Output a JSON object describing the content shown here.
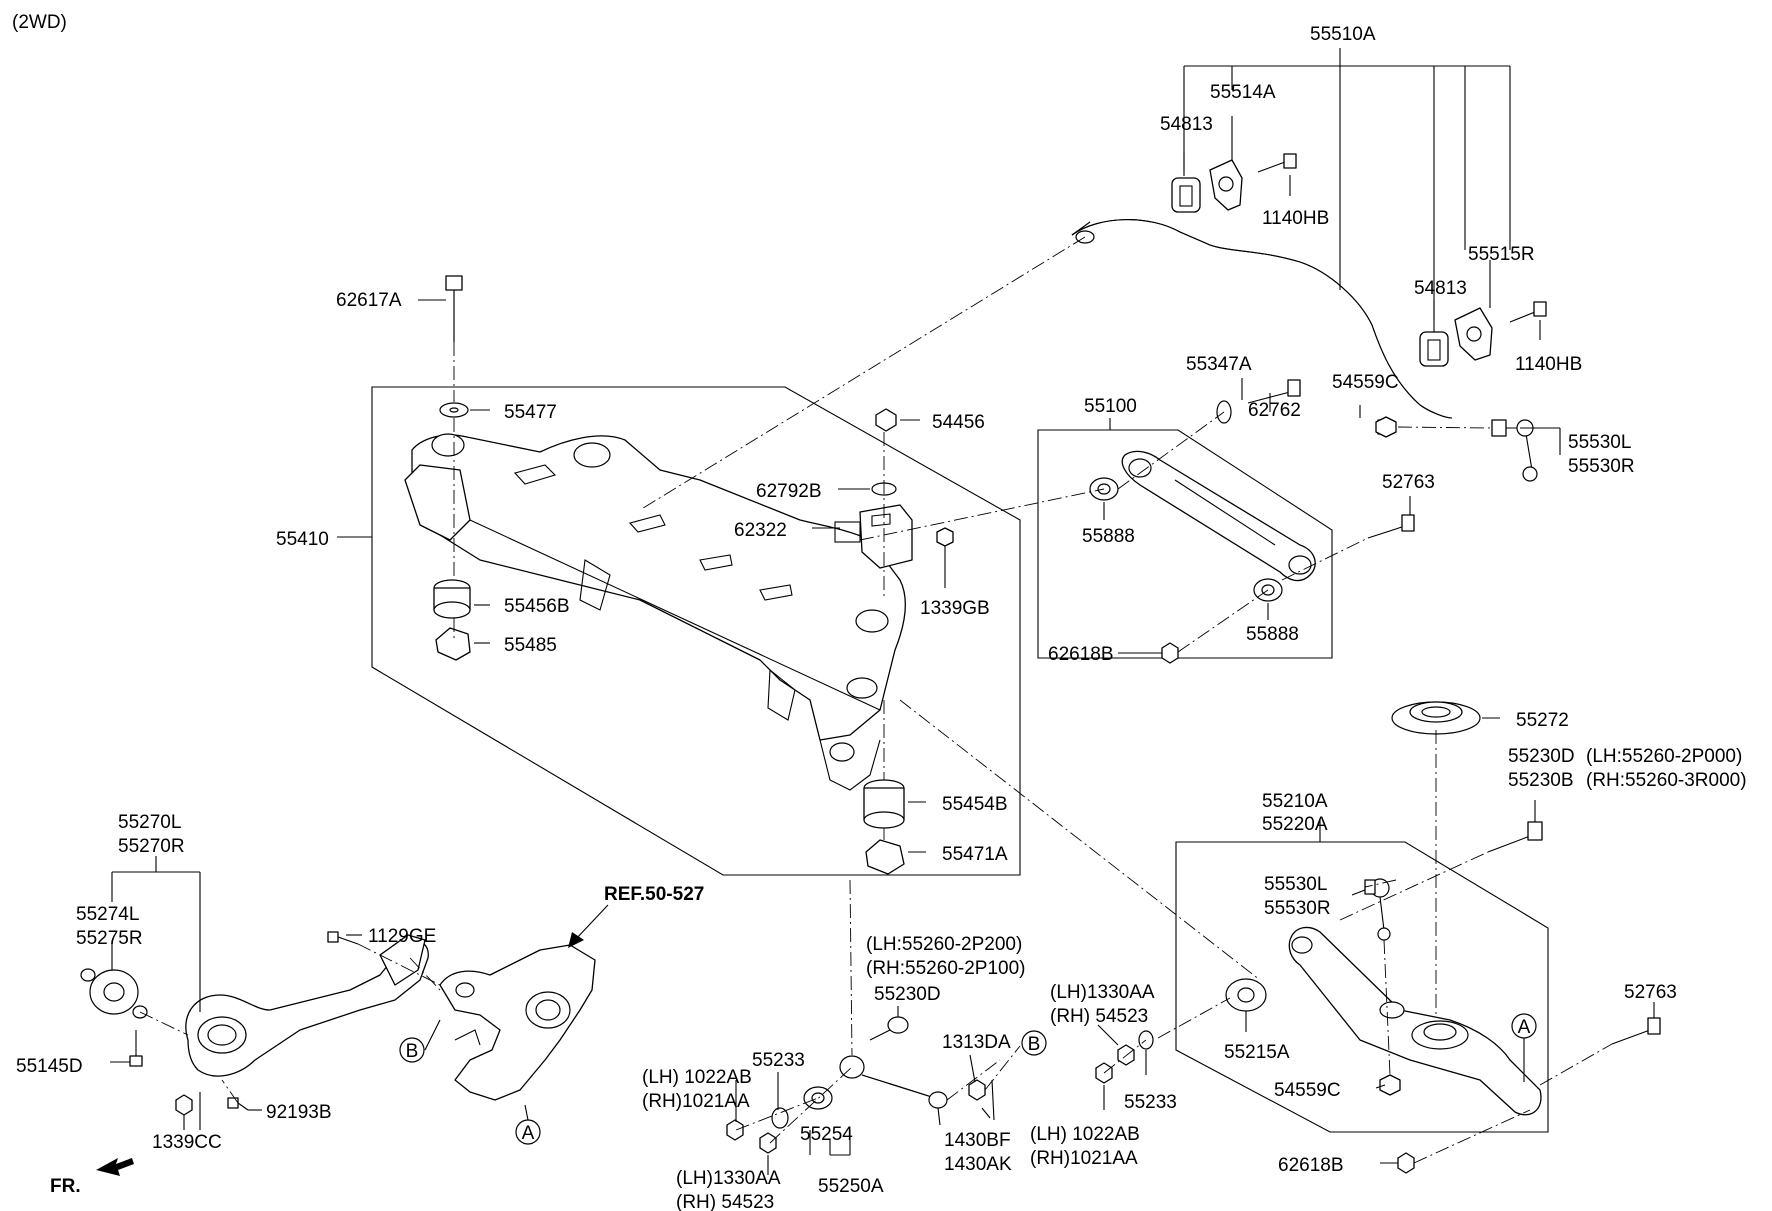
{
  "header": {
    "variant": "(2WD)"
  },
  "labels": {
    "l55510A": "55510A",
    "l55514A": "55514A",
    "l54813a": "54813",
    "l1140HBa": "1140HB",
    "l55515R": "55515R",
    "l54813b": "54813",
    "l1140HBb": "1140HB",
    "l62617A": "62617A",
    "l55347A": "55347A",
    "l55100": "55100",
    "l62762": "62762",
    "l54559Ca": "54559C",
    "l55530La": "55530L",
    "l55530Ra": "55530R",
    "l55477": "55477",
    "l54456": "54456",
    "l62792B": "62792B",
    "l62322": "62322",
    "l55410": "55410",
    "l52763a": "52763",
    "l55888a": "55888",
    "l1339GB": "1339GB",
    "l55456B": "55456B",
    "l55485": "55485",
    "l55888b": "55888",
    "l62618Ba": "62618B",
    "l55272": "55272",
    "l55230Da": "55230D",
    "l55230Ba": "55230B",
    "lLH2P000": "(LH:55260-2P000)",
    "lRH3R000": "(RH:55260-3R000)",
    "l55454B": "55454B",
    "l55210A": "55210A",
    "l55220A": "55220A",
    "l55471A": "55471A",
    "l55270L": "55270L",
    "l55270R": "55270R",
    "lREF": "REF.50-527",
    "l55530Lb": "55530L",
    "l55530Rb": "55530R",
    "l55274L": "55274L",
    "l55275R": "55275R",
    "l1129GE": "1129GE",
    "lLH2P200": "(LH:55260-2P200)",
    "lRH2P100": "(RH:55260-2P100)",
    "l55230Db": "55230D",
    "lLH1330AAa": "(LH)1330AA",
    "lRH54523a": "(RH) 54523",
    "l52763b": "52763",
    "l55215A": "55215A",
    "l55145D": "55145D",
    "l55233a": "55233",
    "l1313DA": "1313DA",
    "lLH1022ABa": "(LH) 1022AB",
    "lRH1021AAa": "(RH)1021AA",
    "l55233b": "55233",
    "l54559Cb": "54559C",
    "l92193B": "92193B",
    "l55254": "55254",
    "l1430BF": "1430BF",
    "l1430AK": "1430AK",
    "lLH1022ABb": "(LH) 1022AB",
    "lRH1021AAb": "(RH)1021AA",
    "l1339CC": "1339CC",
    "l62618Bb": "62618B",
    "lLH1330AAb": "(LH)1330AA",
    "lRH54523b": "(RH) 54523",
    "l55250A": "55250A",
    "fr": "FR.",
    "refA": "A",
    "refB": "B"
  }
}
